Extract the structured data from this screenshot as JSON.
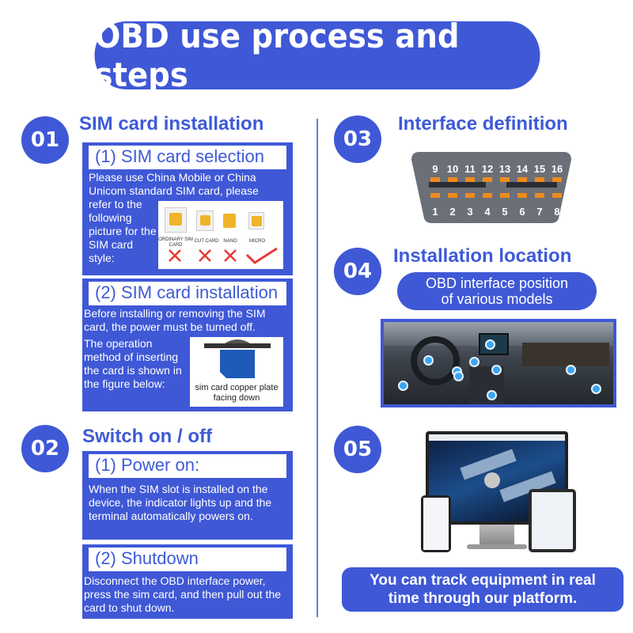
{
  "title": "OBD use process and steps",
  "steps": {
    "s01": {
      "num": "01",
      "title": "SIM card installation",
      "box1_head": "(1) SIM card selection",
      "box1_text_a": "Please use China Mobile or China Unicom standard SIM card, please",
      "box1_text_b": "refer to the following picture for the SIM card style:",
      "sim_types": [
        "ORDINARY SIM CARD",
        "CUT CARD",
        "NANO",
        "MICRO"
      ],
      "box2_head": "(2) SIM card installation",
      "box2_text_a": "Before installing or removing the SIM card, the power must be turned off.",
      "box2_text_b": "The operation method of inserting the card is shown in the figure below:",
      "box2_caption": "sim card copper plate facing down"
    },
    "s02": {
      "num": "02",
      "title": "Switch on / off",
      "box1_head": "(1) Power on:",
      "box1_text": "When the SIM slot is installed on the device, the indicator lights up and the terminal automatically powers on.",
      "box2_head": "(2) Shutdown",
      "box2_text": "Disconnect the OBD interface power, press the sim card, and then pull out the card to shut down."
    },
    "s03": {
      "num": "03",
      "title": "Interface definition",
      "top_pins": [
        "9",
        "10",
        "11",
        "12",
        "13",
        "14",
        "15",
        "16"
      ],
      "bottom_pins": [
        "1",
        "2",
        "3",
        "4",
        "5",
        "6",
        "7",
        "8"
      ]
    },
    "s04": {
      "num": "04",
      "title": "Installation location",
      "pill_line1": "OBD interface position",
      "pill_line2": "of various models"
    },
    "s05": {
      "num": "05",
      "footer": "You can track equipment in real time through our platform."
    }
  },
  "colors": {
    "brand": "#3f58d6",
    "pin": "#f08a1c",
    "dot": "#3aa6f4"
  }
}
